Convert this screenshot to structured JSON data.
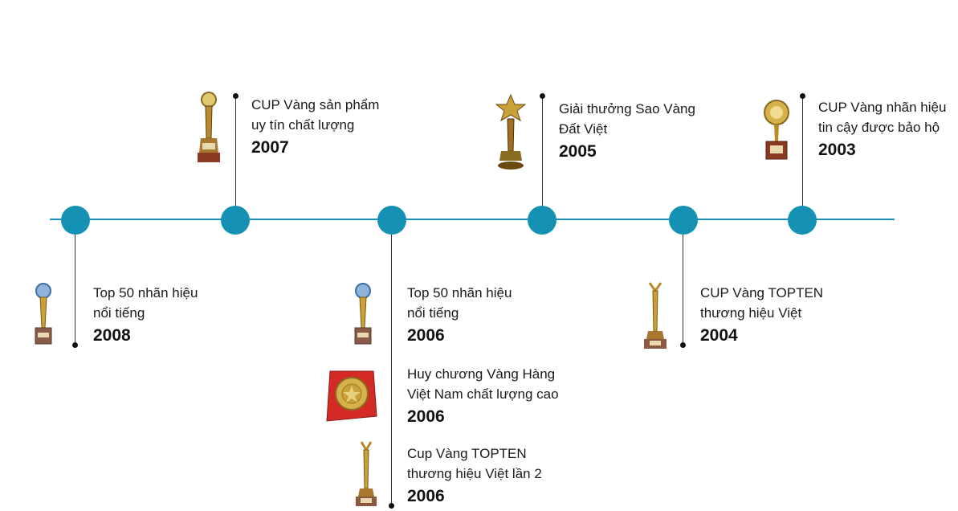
{
  "awards": [
    {
      "id": "a2008",
      "desc1": "Top 50 nhãn hiệu",
      "desc2": "nổi tiếng",
      "year": "2008",
      "icon": "trophy-icon"
    },
    {
      "id": "a2007",
      "desc1": "CUP Vàng sản phẩm",
      "desc2": "uy tín chất lượng",
      "year": "2007",
      "icon": "trophy-icon"
    },
    {
      "id": "a2006a",
      "desc1": "Top 50 nhãn hiệu",
      "desc2": "nổi tiếng",
      "year": "2006",
      "icon": "trophy-icon"
    },
    {
      "id": "a2006b",
      "desc1": "Huy chương Vàng Hàng",
      "desc2": "Việt Nam chất lượng cao",
      "year": "2006",
      "icon": "medal-icon"
    },
    {
      "id": "a2006c",
      "desc1": "Cup Vàng TOPTEN",
      "desc2": "thương hiệu Việt lần 2",
      "year": "2006",
      "icon": "trophy-icon"
    },
    {
      "id": "a2005",
      "desc1": "Giải thưởng Sao Vàng",
      "desc2": "Đất Việt",
      "year": "2005",
      "icon": "star-trophy-icon"
    },
    {
      "id": "a2004",
      "desc1": "CUP Vàng TOPTEN",
      "desc2": "thương hiệu Việt",
      "year": "2004",
      "icon": "trophy-icon"
    },
    {
      "id": "a2003",
      "desc1": "CUP Vàng nhãn hiệu",
      "desc2": "tin cậy được bảo hộ",
      "year": "2003",
      "icon": "round-trophy-icon"
    }
  ],
  "colors": {
    "axis": "#1591b4",
    "node": "#1591b4",
    "connector": "#333333",
    "gold": "#c9a13a",
    "medal_box": "#d42a26"
  }
}
